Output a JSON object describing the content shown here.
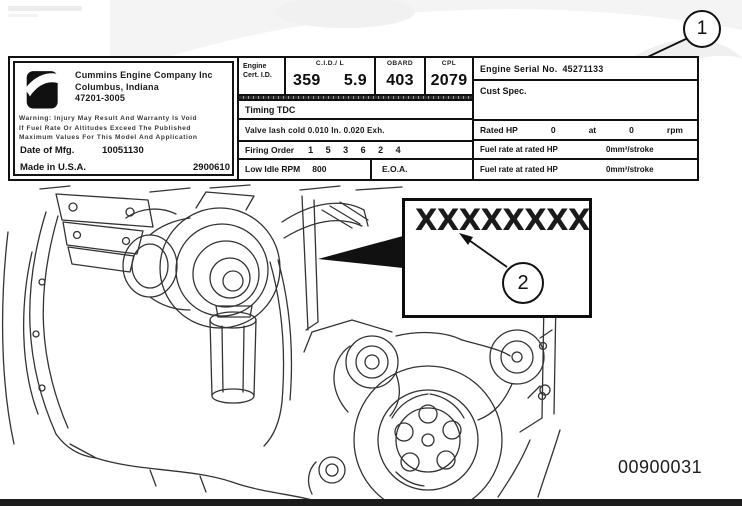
{
  "figure": {
    "image_number": "00900031",
    "serial_mask": "XXXXXXXX",
    "callouts": {
      "one": "1",
      "two": "2"
    }
  },
  "colors": {
    "ink": "#141414",
    "line_art": "#333333",
    "bottom_bar": "#1c1c1c"
  },
  "dataplate": {
    "left": {
      "company": {
        "line1": "Cummins Engine Company Inc",
        "line2": "Columbus, Indiana",
        "line3": "47201-3005"
      },
      "warning": {
        "line1": "Warning: Injury May Result And Warranty Is Void",
        "line2": "If Fuel Rate Or Altitudes Exceed The Published",
        "line3": "Maximum Values For This Model And Application"
      },
      "date_of_mfg": {
        "label": "Date of Mfg.",
        "value": "10051130"
      },
      "made_in": {
        "label": "Made in U.S.A.",
        "value": "2900610"
      }
    },
    "middle": {
      "cert": {
        "line1": "Engine",
        "line2": "Cert. I.D."
      },
      "cid": {
        "header": "C.I.D./ L",
        "value": "359",
        "liters": "5.9"
      },
      "col3": {
        "header": "OBARD",
        "value": "403"
      },
      "cpl": {
        "header": "CPL",
        "value": "2079"
      },
      "timing": "Timing TDC",
      "valve_lash": "Valve lash cold 0.010 In. 0.020 Exh.",
      "firing": {
        "label": "Firing Order",
        "value": "1     5     3     6     2     4"
      },
      "low_idle": {
        "label": "Low Idle RPM",
        "value": "800"
      },
      "eod": "E.O.A."
    },
    "right": {
      "serial": {
        "label": "Engine Serial No.",
        "value": "45271133"
      },
      "cust_spec": "Cust Spec.",
      "rated_hp": {
        "label": "Rated HP",
        "hp": "0",
        "at": "at",
        "rpm": "0",
        "unit": "rpm"
      },
      "fuel_rate_1": {
        "label": "Fuel rate at rated HP",
        "value": "0mm³/stroke"
      },
      "fuel_rate_2": {
        "label": "Fuel rate at rated HP",
        "value": "0mm³/stroke"
      }
    }
  }
}
